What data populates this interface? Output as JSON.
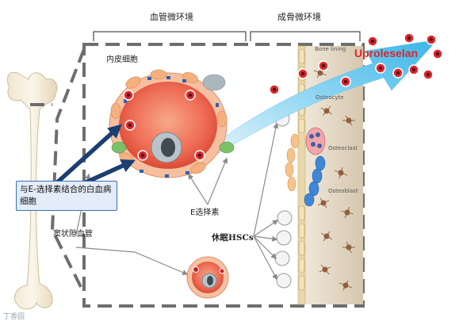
{
  "regions": {
    "vascular_niche": "血管微环境",
    "endosteal_niche": "成骨微环境"
  },
  "labels": {
    "endothelial_cells": "内皮细胞",
    "e_selectin": "E选择素",
    "sinusoid": "窦状隙血管",
    "dormant_hscs": "休眠HSCs",
    "bone_lining": "Bone lining",
    "osteocyte": "Osteocyte",
    "osteoclast": "Osteoclast",
    "osteoblast": "Osteoblast"
  },
  "callout": {
    "leukemia_cells": "与E-选择素结合的白血病细胞"
  },
  "drug": {
    "name": "Uproleselan"
  },
  "watermark": "丁香园"
}
